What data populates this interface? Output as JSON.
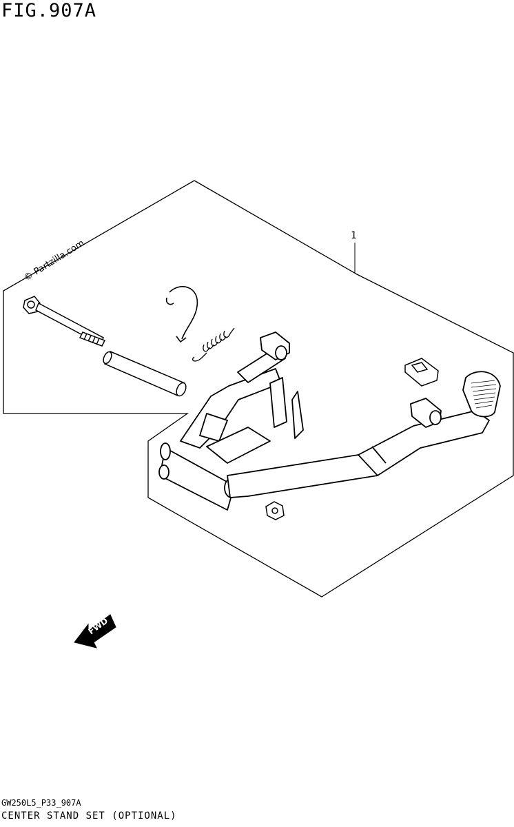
{
  "figure": {
    "title": "FIG.907A",
    "callout_number": "1",
    "watermark": "© Partzilla.com",
    "direction_label": "FWD",
    "footer_code": "GW250L5_P33_907A",
    "caption": "CENTER STAND SET (OPTIONAL)"
  },
  "parts": [
    {
      "ref": "1",
      "name": "center-stand-set",
      "icon": "center-stand-assembly"
    }
  ]
}
